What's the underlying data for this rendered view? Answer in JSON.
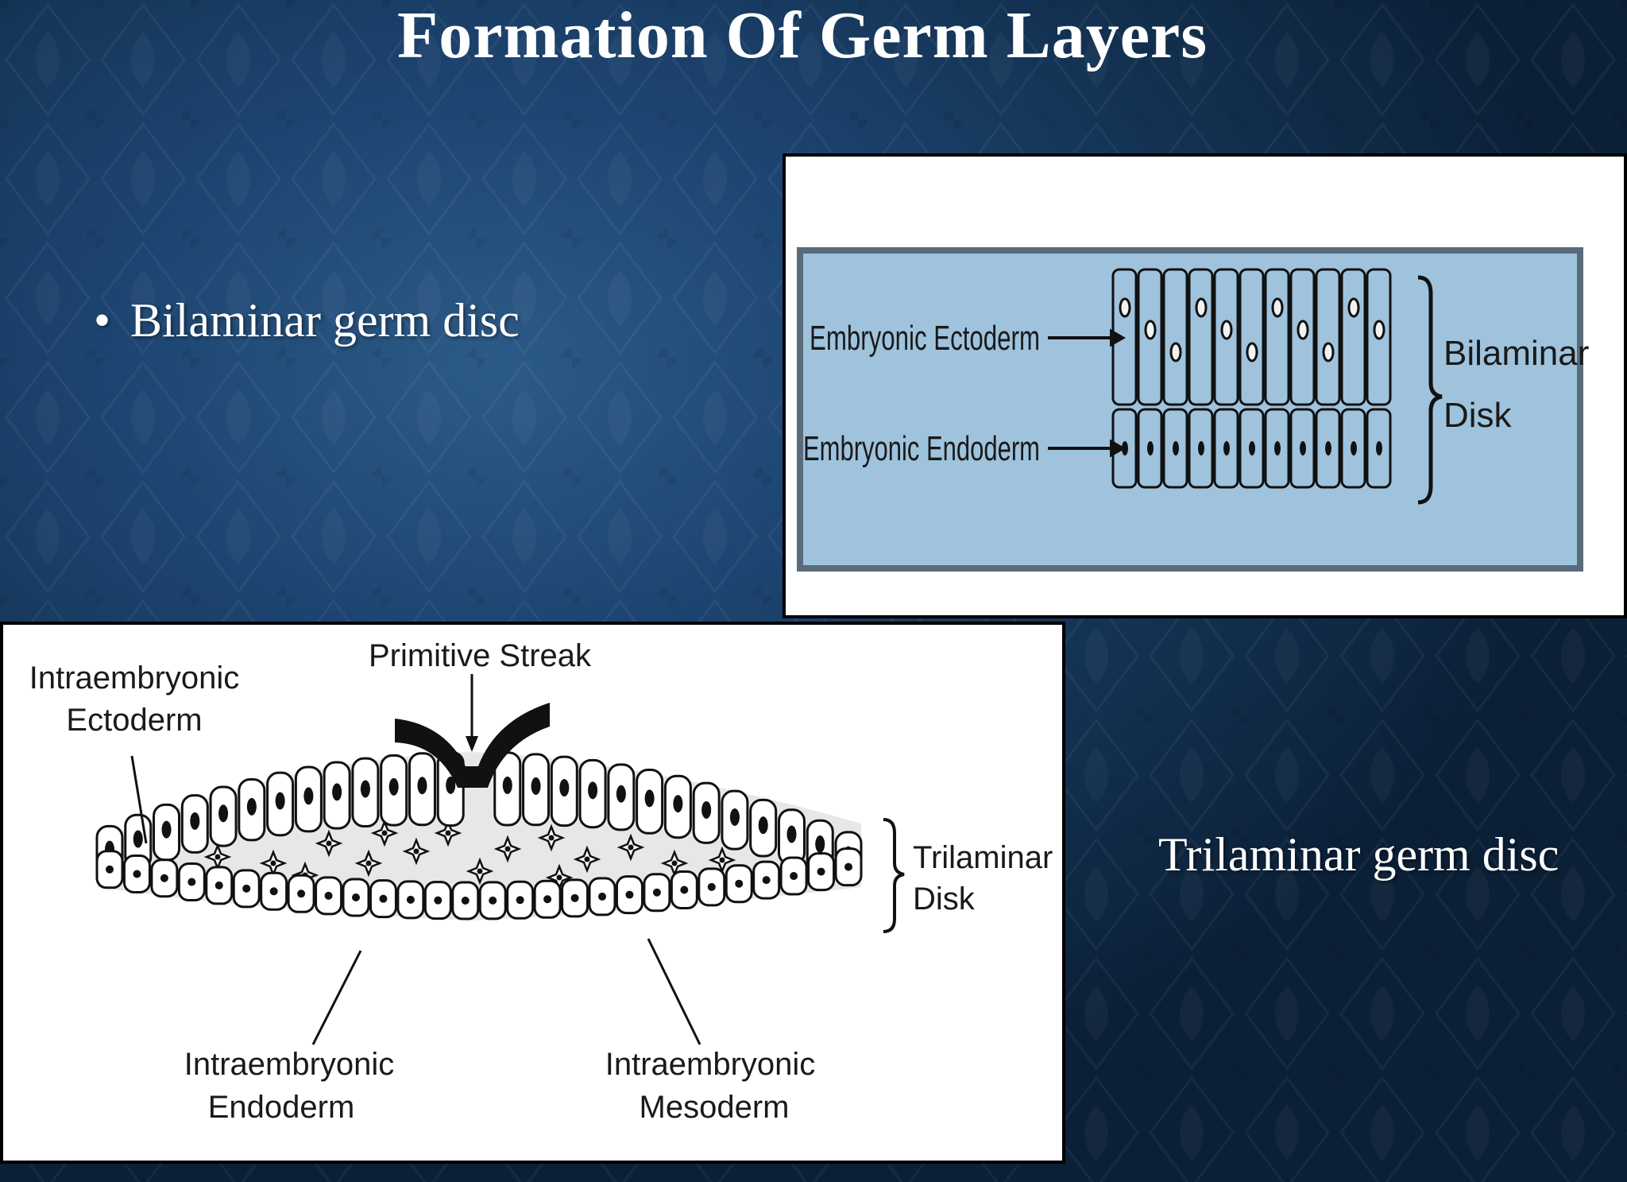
{
  "slide": {
    "title": "Formation Of Germ Layers",
    "bullet_1": "Bilaminar germ disc",
    "caption_2": "Trilaminar germ disc"
  },
  "bilaminar_figure": {
    "ectoderm_label": "Embryonic Ectoderm",
    "endoderm_label": "Embryonic Endoderm",
    "disk_label_line1": "Bilaminar",
    "disk_label_line2": "Disk"
  },
  "trilaminar_figure": {
    "primitive_streak_label": "Primitive Streak",
    "ectoderm_label_line1": "Intraembryonic",
    "ectoderm_label_line2": "Ectoderm",
    "endoderm_label_line1": "Intraembryonic",
    "endoderm_label_line2": "Endoderm",
    "mesoderm_label_line1": "Intraembryonic",
    "mesoderm_label_line2": "Mesoderm",
    "disk_label_line1": "Trilaminar",
    "disk_label_line2": "Disk"
  },
  "colors": {
    "background": "#1d4470",
    "panel_blue": "#9fc3dd",
    "text": "#ffffff"
  }
}
